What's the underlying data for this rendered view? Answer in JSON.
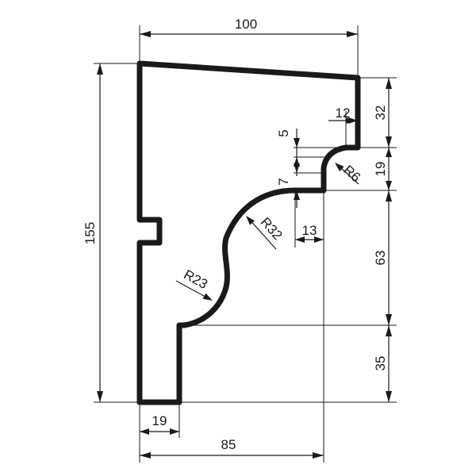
{
  "drawing": {
    "dimensions": {
      "top_width": "100",
      "total_height": "155",
      "top_right_height": "32",
      "step_width": "12",
      "small_gap": "5",
      "small_step": "7",
      "step_height": "19",
      "radius_small": "R6",
      "radius_big": "R32",
      "offset": "13",
      "mid_height": "63",
      "radius_lower": "R23",
      "bottom_height": "35",
      "base_width": "19",
      "bottom_width": "85"
    }
  }
}
